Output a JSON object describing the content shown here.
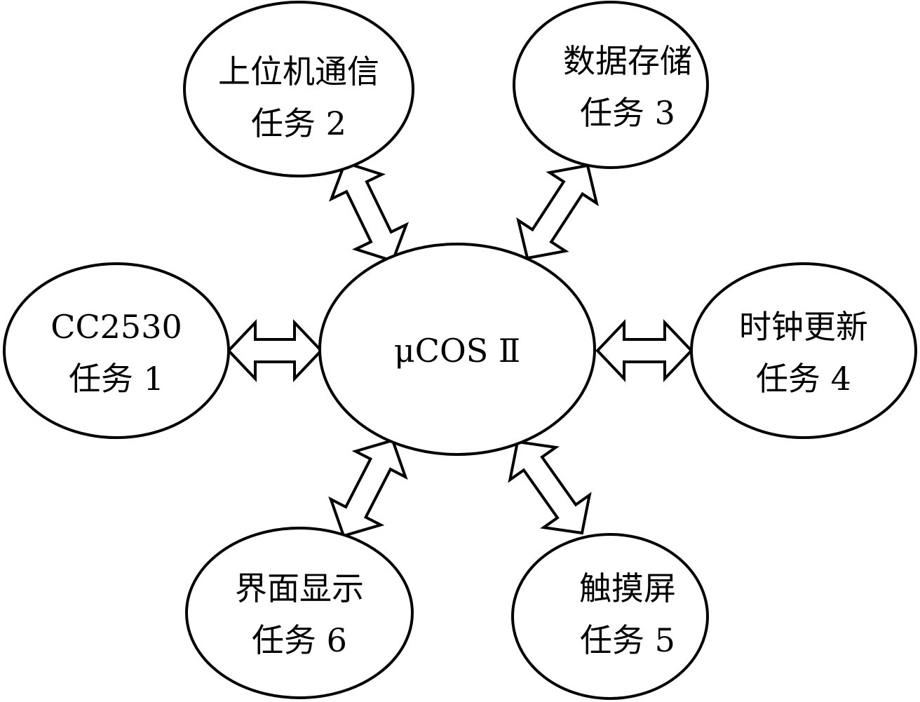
{
  "center": {
    "label": "μCOS Ⅱ"
  },
  "tasks": [
    {
      "id": "task-2",
      "line1": "上位机通信",
      "line2": "任务 2"
    },
    {
      "id": "task-3",
      "line1": "数据存储",
      "line2": "任务 3"
    },
    {
      "id": "task-1",
      "line1": "CC2530",
      "line2": "任务 1"
    },
    {
      "id": "task-4",
      "line1": "时钟更新",
      "line2": "任务 4"
    },
    {
      "id": "task-6",
      "line1": "界面显示",
      "line2": "任务 6"
    },
    {
      "id": "task-5",
      "line1": "触摸屏",
      "line2": "任务 5"
    }
  ],
  "colors": {
    "stroke": "#000000",
    "fill": "#ffffff"
  }
}
